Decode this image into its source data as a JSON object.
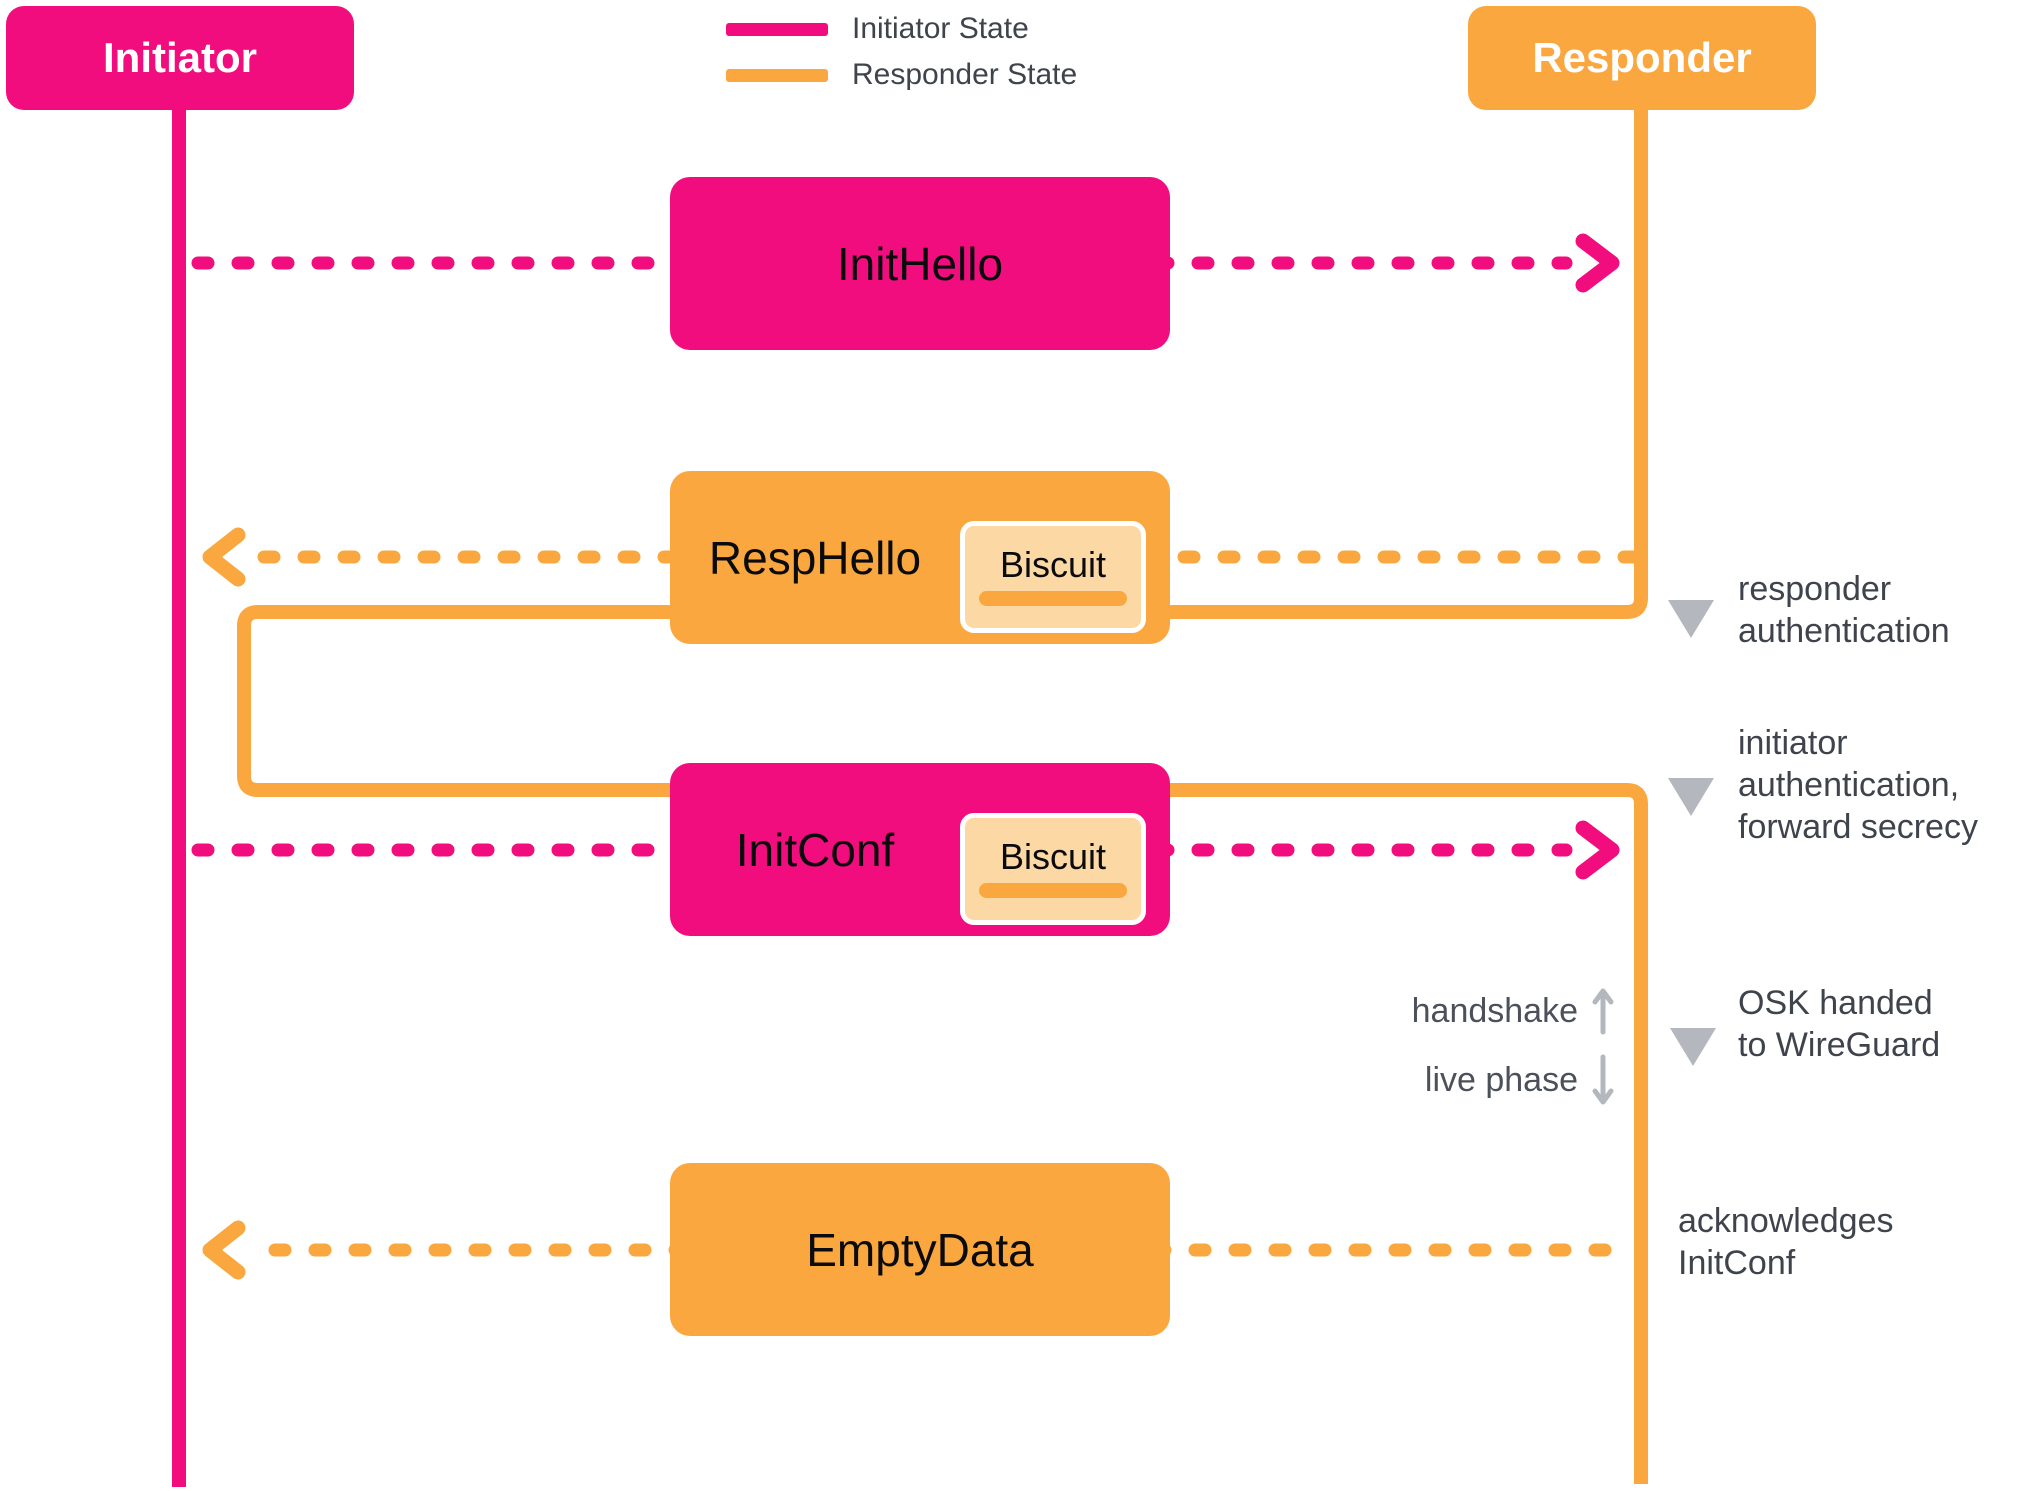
{
  "colors": {
    "initiator-pink": "#F10D7E",
    "responder-orange": "#F9A73E",
    "biscuit-fill": "#FCD9A4",
    "note-text": "#3F434C",
    "phase-text": "#4C505A",
    "muted-gray": "#B4B7BD",
    "message-text": "#0B0B0D"
  },
  "actors": {
    "initiator": "Initiator",
    "responder": "Responder"
  },
  "legend": {
    "initiator_state": "Initiator State",
    "responder_state": "Responder State"
  },
  "messages": {
    "init_hello": {
      "label": "InitHello",
      "direction": "initiator-to-responder"
    },
    "resp_hello": {
      "label": "RespHello",
      "biscuit": "Biscuit",
      "direction": "responder-to-initiator"
    },
    "init_conf": {
      "label": "InitConf",
      "biscuit": "Biscuit",
      "direction": "initiator-to-responder"
    },
    "empty_data": {
      "label": "EmptyData",
      "direction": "responder-to-initiator"
    }
  },
  "annotations": {
    "responder_auth": "responder\nauthentication",
    "initiator_auth": "initiator\nauthentication,\nforward secrecy",
    "osk": "OSK handed\nto WireGuard",
    "ack": "acknowledges\nInitConf"
  },
  "phase": {
    "handshake": "handshake",
    "live": "live phase"
  }
}
